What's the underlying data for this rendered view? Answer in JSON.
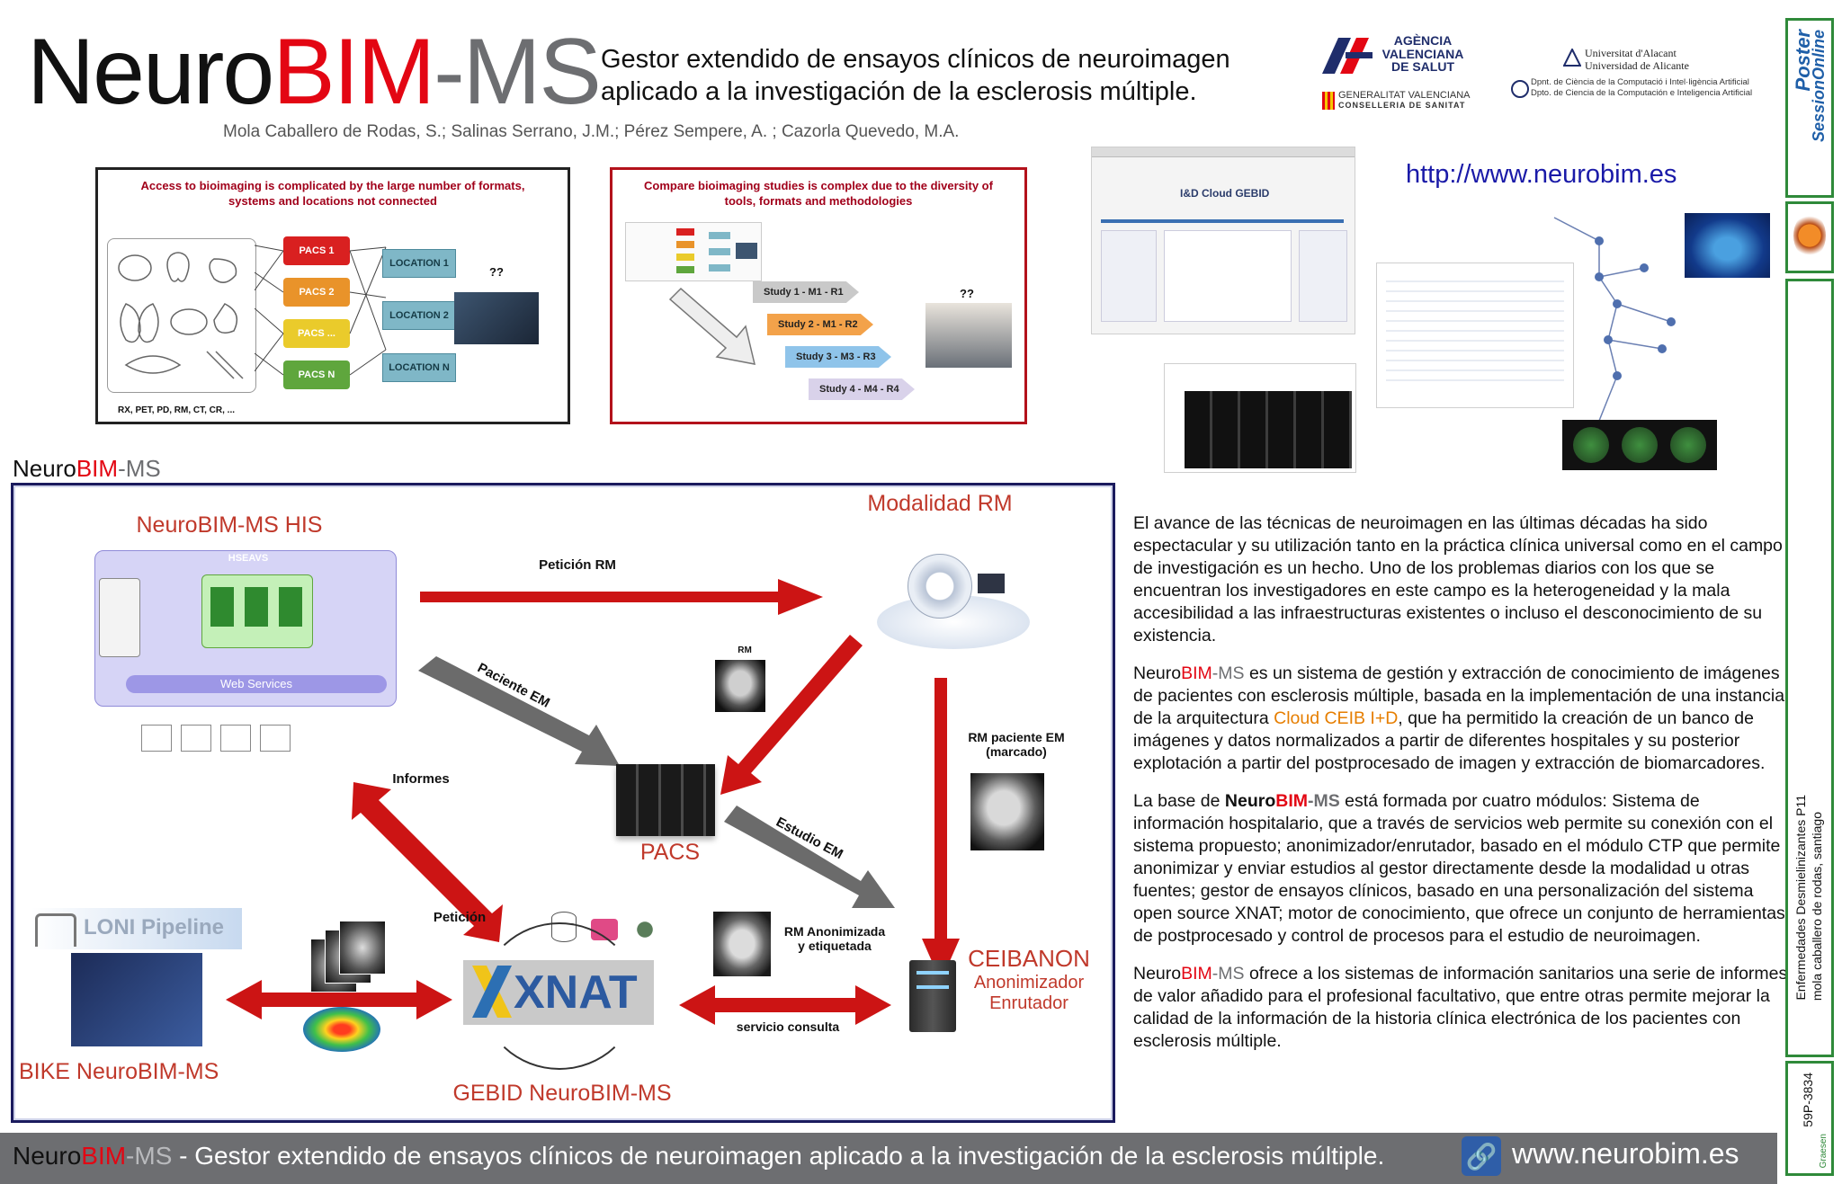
{
  "header": {
    "title_neuro": "Neuro",
    "title_bim": "BIM",
    "title_ms": "-MS",
    "subtitle_line1": "Gestor extendido de ensayos clínicos de neuroimagen",
    "subtitle_line2": "aplicado a la investigación de la esclerosis múltiple.",
    "authors": "Mola Caballero de Rodas, S.; Salinas Serrano, J.M.; Pérez Sempere, A. ; Cazorla Quevedo, M.A."
  },
  "logos": {
    "agencia_line1": "AGÈNCIA",
    "agencia_line2": "VALENCIANA",
    "agencia_line3": "DE SALUT",
    "generalitat_line1": "GENERALITAT VALENCIANA",
    "generalitat_line2": "CONSELLERIA DE SANITAT",
    "ua_line1": "Universitat d'Alacant",
    "ua_line2": "Universidad de Alicante",
    "dept_line1": "Dpnt. de Ciència de la Computació i Intel·ligència Artificial",
    "dept_line2": "Dpto. de Ciencia de la Computación e Inteligencia Artificial"
  },
  "panel1": {
    "title": "Access to bioimaging is complicated by the large number of formats, systems and locations not connected",
    "pacs": [
      "PACS 1",
      "PACS 2",
      "PACS ...",
      "PACS N"
    ],
    "locations": [
      "LOCATION 1",
      "LOCATION 2",
      "LOCATION N"
    ],
    "question": "??",
    "modalities": "RX, PET, PD, RM, CT, CR, ..."
  },
  "panel2": {
    "title": "Compare bioimaging studies is complex due to the diversity of tools, formats and methodologies",
    "studies": [
      "Study 1 - M1 - R1",
      "Study 2 - M1 - R2",
      "Study 3 - M3 - R3",
      "Study 4 - M4 - R4"
    ],
    "question": "??"
  },
  "screenshots": {
    "url": "http://www.neurobim.es",
    "cloud_label": "I&D Cloud GEBID"
  },
  "section_label": {
    "neuro": "Neuro",
    "bim": "BIM",
    "ms": "-MS"
  },
  "diagram": {
    "his_label": "NeuroBIM-MS HIS",
    "hseavs": "HSEAVS",
    "web_services": "Web Services",
    "modalidad_label": "Modalidad RM",
    "peticion_rm": "Petición RM",
    "paciente_em": "Paciente EM",
    "rm_small": "RM",
    "rm_paciente_line1": "RM paciente EM",
    "rm_paciente_line2": "(marcado)",
    "informes": "Informes",
    "pacs_label": "PACS",
    "estudio_em": "Estudio EM",
    "peticion": "Petición",
    "rm_anon_line1": "RM Anonimizada",
    "rm_anon_line2": "y etiquetada",
    "servicio_consulta": "servicio consulta",
    "ceibanon_line1": "CEIBANON",
    "ceibanon_line2": "Anonimizador",
    "ceibanon_line3": "Enrutador",
    "loni": "LONI Pipeline",
    "xnat": "XNAT",
    "bike_label": "BIKE NeuroBIM-MS",
    "gebid_label": "GEBID NeuroBIM-MS"
  },
  "body": {
    "p1": "El avance de las técnicas de neuroimagen en las últimas décadas ha sido espectacular y su utilización tanto en la práctica clínica universal como en el campo de investigación es un hecho. Uno de los problemas diarios con los que se encuentran los investigadores en este campo es la heterogeneidad y la mala accesibilidad a las infraestructuras existentes o incluso el desconocimiento de su existencia.",
    "p2_neuro": "Neuro",
    "p2_bim": "BIM",
    "p2_ms": "-MS",
    "p2_a": " es un sistema de gestión y extracción de conocimiento de imágenes de pacientes con esclerosis múltiple, basada en la implementación de una instancia de la arquitectura ",
    "p2_ceib": "Cloud CEIB I+D",
    "p2_b": ", que ha permitido la creación de un banco de imágenes y datos normalizados a partir de diferentes hospitales y su posterior explotación a partir del postprocesado de imagen y extracción de biomarcadores.",
    "p3_a": "La base de ",
    "p3_neuro": "Neuro",
    "p3_bim": "BIM",
    "p3_ms": "-MS",
    "p3_b": " está formada por cuatro módulos: Sistema de información hospitalario, que a través de servicios web permite su conexión con el sistema propuesto; anonimizador/enrutador, basado en el módulo CTP que permite anonimizar y enviar estudios al gestor directamente desde la modalidad u otras fuentes; gestor de ensayos clínicos, basado en una personalización del sistema open source XNAT; motor de conocimiento, que ofrece un conjunto de herramientas de postprocesado y control de procesos para el estudio de neuroimagen.",
    "p4_neuro": "Neuro",
    "p4_bim": "BIM",
    "p4_ms": "-MS",
    "p4_a": " ofrece a los sistemas de información sanitarios una serie de informes de valor añadido para el profesional facultativo, que entre otras permite mejorar la calidad de la información de la historia clínica electrónica de los pacientes con esclerosis múltiple."
  },
  "footer": {
    "neuro": "Neuro",
    "bim": "BIM",
    "ms": "-MS",
    "rest": " - Gestor extendido de ensayos clínicos de neuroimagen aplicado a la investigación de la esclerosis múltiple.",
    "url": "www.neurobim.es"
  },
  "sidebar": {
    "poster_label": "Poster",
    "session_label": "SessionOnline",
    "category": "Enfermedades Desmielinizantes P11",
    "author": "mola caballero de rodas, santiago",
    "code": "59P-3834",
    "brand": "Graesen"
  },
  "colors": {
    "accent_red": "#e30613",
    "gray": "#6d6e71",
    "link_blue": "#1a1aa8",
    "orange": "#e67e00",
    "frame_navy": "#1b1b5e"
  }
}
